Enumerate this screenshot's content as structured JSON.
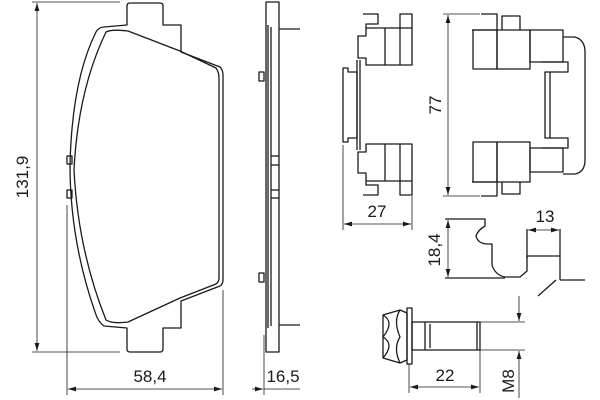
{
  "dimensions": {
    "pad_height": "131,9",
    "pad_width": "58,4",
    "pad_thickness": "16,5",
    "clip_depth": "27",
    "clip_length": "77",
    "spring_height": "18,4",
    "spring_width": "13",
    "bolt_length": "22",
    "bolt_thread": "M8"
  }
}
